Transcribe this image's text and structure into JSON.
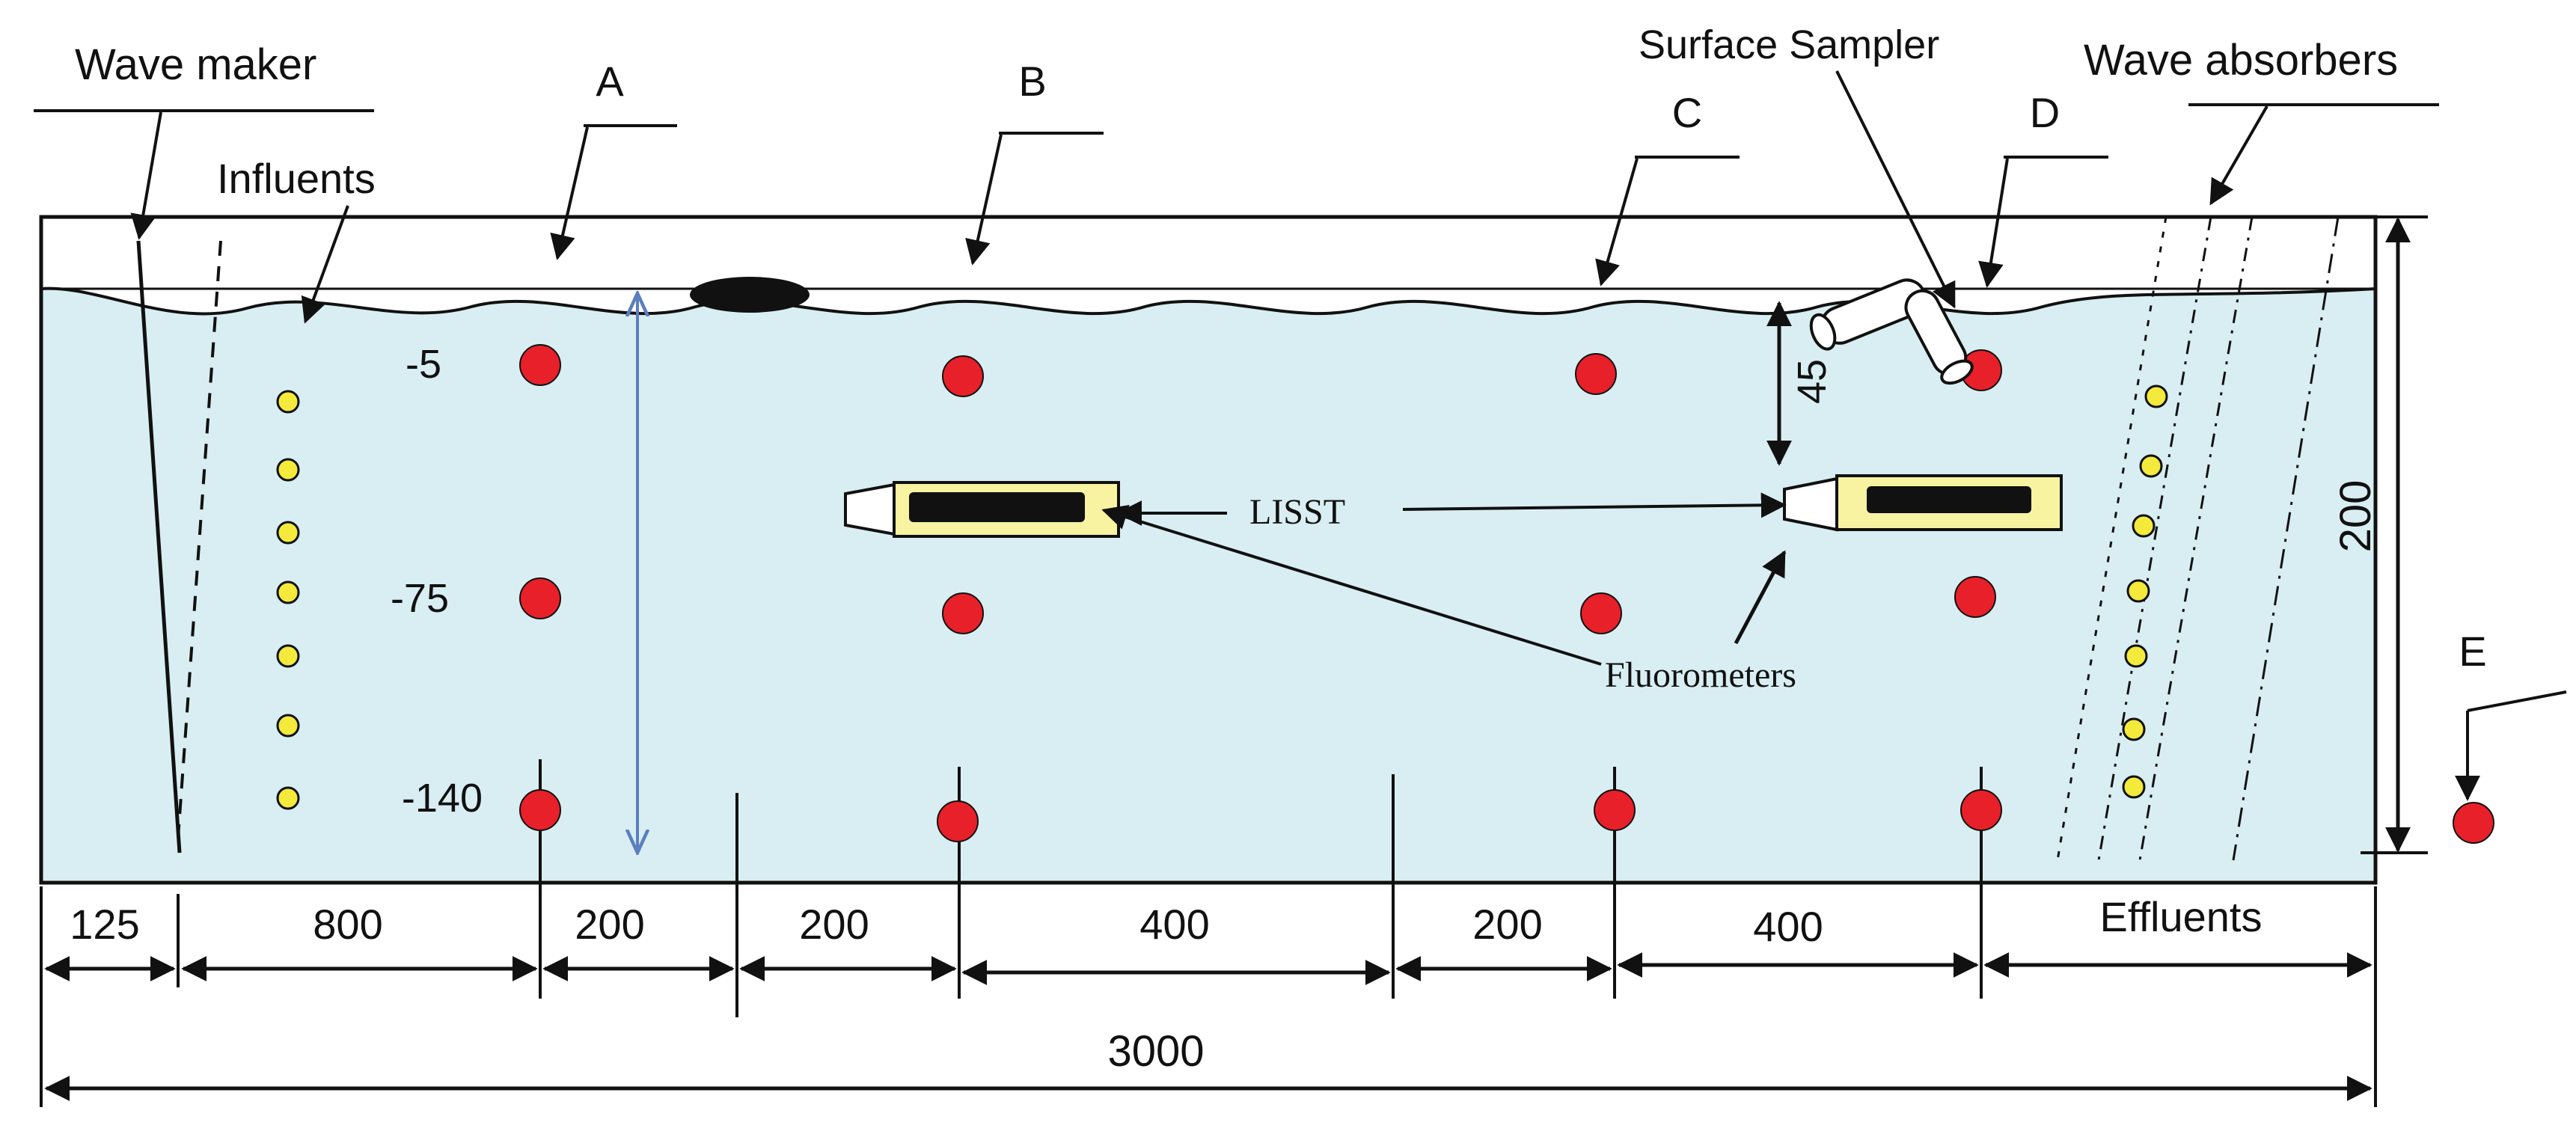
{
  "labels": {
    "wave_maker": "Wave maker",
    "influents": "Influents",
    "station_a": "A",
    "station_b": "B",
    "station_c": "C",
    "station_d": "D",
    "station_e": "E",
    "surface_sampler": "Surface Sampler",
    "wave_absorbers": "Wave absorbers",
    "lisst": "LISST",
    "fluorometers": "Fluorometers",
    "effluents": "Effluents"
  },
  "depths": {
    "surface": "-5",
    "middle": "-75",
    "bottom": "-140"
  },
  "dimensions": {
    "seg_125": "125",
    "seg_800": "800",
    "seg_200_a": "200",
    "seg_200_b": "200",
    "seg_400_a": "400",
    "seg_200_c": "200",
    "seg_400_b": "400",
    "total_length": "3000",
    "tank_depth": "200",
    "sampler_depth": "45"
  },
  "colors": {
    "water": "#d9eef2",
    "sample_point": "#e8202a",
    "influent_port": "#f3ea3c",
    "instrument_body": "#f7f3a0",
    "depth_arrow": "#5b7fbf"
  }
}
